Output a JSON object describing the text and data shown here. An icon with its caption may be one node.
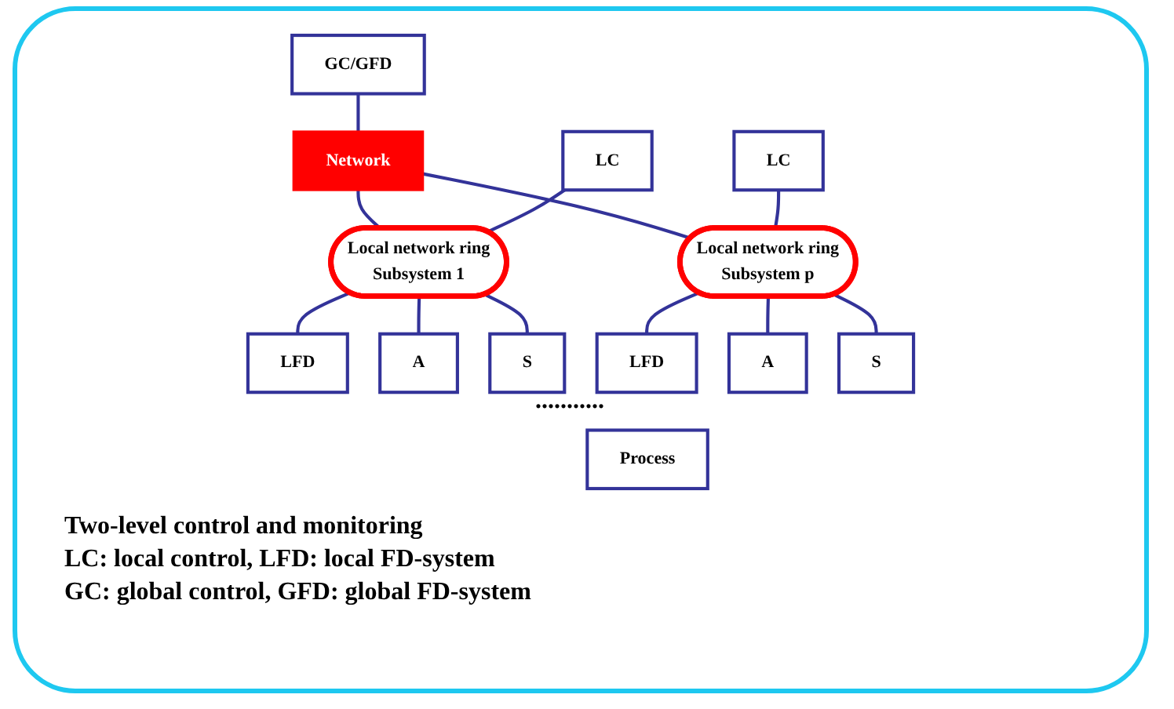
{
  "diagram": {
    "nodes": [
      {
        "text": [
          "GC/GFD"
        ]
      },
      {
        "text": [
          "Network"
        ]
      },
      {
        "text": [
          "Local network ring",
          "Subsystem 1"
        ]
      },
      {
        "text": [
          "LC"
        ]
      },
      {
        "text": [
          "LFD"
        ]
      },
      {
        "text": [
          "A"
        ]
      },
      {
        "text": [
          "S"
        ]
      },
      {
        "text": [
          "Local network ring",
          "Subsystem p"
        ]
      },
      {
        "text": [
          "LC"
        ]
      },
      {
        "text": [
          "LFD"
        ]
      },
      {
        "text": [
          "A"
        ]
      },
      {
        "text": [
          "S"
        ]
      },
      {
        "text": [
          "Process"
        ]
      }
    ],
    "edges": [
      {
        "from": 0,
        "to": 1,
        "arrow": "none"
      },
      {
        "from": 1,
        "to": 2,
        "arrow": "none"
      },
      {
        "from": 1,
        "to": 7,
        "arrow": "none"
      },
      {
        "from": 3,
        "to": 2,
        "arrow": "none"
      },
      {
        "from": 2,
        "to": 4,
        "arrow": "none"
      },
      {
        "from": 2,
        "to": 5,
        "arrow": "none"
      },
      {
        "from": 2,
        "to": 6,
        "arrow": "none"
      },
      {
        "from": 8,
        "to": 7,
        "arrow": "none"
      },
      {
        "from": 7,
        "to": 9,
        "arrow": "none"
      },
      {
        "from": 7,
        "to": 10,
        "arrow": "none"
      },
      {
        "from": 7,
        "to": 11,
        "arrow": "none"
      }
    ],
    "labels": [
      "...........",
      "Two-level control and monitoring",
      "LC: local control, LFD: local FD-system",
      "GC: global control, GFD: global FD-system"
    ]
  }
}
